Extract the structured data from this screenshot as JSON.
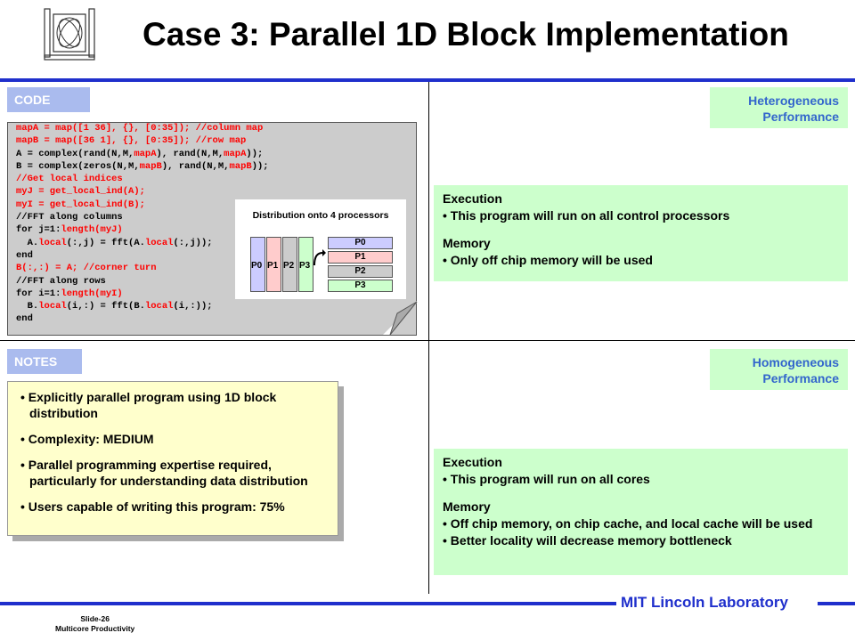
{
  "slide": {
    "title": "Case 3: Parallel 1D Block Implementation",
    "footer_lab": "MIT Lincoln Laboratory",
    "slide_number": "Slide-26",
    "course": "Multicore Productivity"
  },
  "code_section": {
    "tag": "CODE",
    "lines": [
      [
        {
          "t": "mapA = map([1 36], {}, [0:35]); //column map",
          "c": "red"
        }
      ],
      [
        {
          "t": "mapB = map([36 1], {}, [0:35]); //row map",
          "c": "red"
        }
      ],
      [
        {
          "t": "A = complex(rand(N,M,",
          "c": ""
        },
        {
          "t": "mapA",
          "c": "red"
        },
        {
          "t": "), rand(N,M,",
          "c": ""
        },
        {
          "t": "mapA",
          "c": "red"
        },
        {
          "t": "));",
          "c": ""
        }
      ],
      [
        {
          "t": "B = complex(zeros(N,M,",
          "c": ""
        },
        {
          "t": "mapB",
          "c": "red"
        },
        {
          "t": "), rand(N,M,",
          "c": ""
        },
        {
          "t": "mapB",
          "c": "red"
        },
        {
          "t": "));",
          "c": ""
        }
      ],
      [
        {
          "t": "//Get local indices",
          "c": "red"
        }
      ],
      [
        {
          "t": "myJ = get_local_ind(A);",
          "c": "red"
        }
      ],
      [
        {
          "t": "myI = get_local_ind(B);",
          "c": "red"
        }
      ],
      [
        {
          "t": "//FFT along columns",
          "c": ""
        }
      ],
      [
        {
          "t": "for j=1:",
          "c": ""
        },
        {
          "t": "length(myJ)",
          "c": "red"
        }
      ],
      [
        {
          "t": "  A.",
          "c": ""
        },
        {
          "t": "local",
          "c": "red"
        },
        {
          "t": "(:,j) = fft(A.",
          "c": ""
        },
        {
          "t": "local",
          "c": "red"
        },
        {
          "t": "(:,j));",
          "c": ""
        }
      ],
      [
        {
          "t": "end",
          "c": ""
        }
      ],
      [
        {
          "t": "B(:,:) = A; //corner turn",
          "c": "red"
        }
      ],
      [
        {
          "t": "//FFT along rows",
          "c": ""
        }
      ],
      [
        {
          "t": "for i=1:",
          "c": ""
        },
        {
          "t": "length(myI)",
          "c": "red"
        }
      ],
      [
        {
          "t": "  B.",
          "c": ""
        },
        {
          "t": "local",
          "c": "red"
        },
        {
          "t": "(i,:) = fft(B.",
          "c": ""
        },
        {
          "t": "local",
          "c": "red"
        },
        {
          "t": "(i,:));",
          "c": ""
        }
      ],
      [
        {
          "t": "end",
          "c": ""
        }
      ]
    ]
  },
  "distribution": {
    "title": "Distribution onto 4 processors",
    "columns": [
      "P0",
      "P1",
      "P2",
      "P3"
    ],
    "rows": [
      "P0",
      "P1",
      "P2",
      "P3"
    ],
    "colors": [
      "#ccccff",
      "#ffcccc",
      "#cccccc",
      "#ccffcc"
    ]
  },
  "heterogeneous": {
    "label": "Heterogeneous Performance",
    "execution_heading": "Execution",
    "execution_items": [
      "This program will run on all control processors"
    ],
    "memory_heading": "Memory",
    "memory_items": [
      "Only off chip memory will be used"
    ]
  },
  "notes": {
    "tag": "NOTES",
    "items": [
      "Explicitly parallel program using 1D block distribution",
      "Complexity: MEDIUM",
      "Parallel programming expertise required, particularly for understanding data distribution",
      "Users capable of writing this program: 75%"
    ]
  },
  "homogeneous": {
    "label": "Homogeneous Performance",
    "execution_heading": "Execution",
    "execution_items": [
      "This program will run on all cores"
    ],
    "memory_heading": "Memory",
    "memory_items": [
      "Off chip memory, on chip cache, and local cache will be used",
      "Better locality will decrease memory bottleneck"
    ]
  },
  "colors": {
    "accent_blue": "#1f2fcc",
    "tag_bg": "#aabbee",
    "green_box": "#ccffcc",
    "notes_bg": "#ffffcc",
    "code_bg": "#cccccc"
  }
}
